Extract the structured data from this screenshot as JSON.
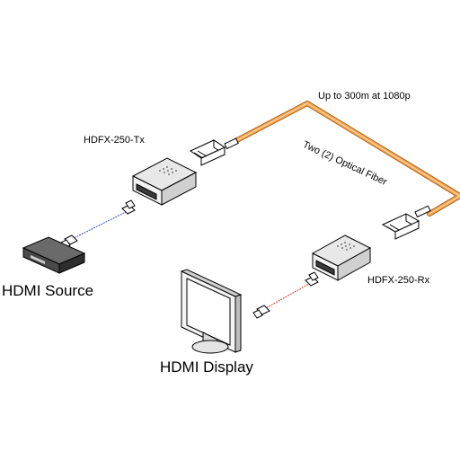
{
  "labels": {
    "distance": "Up to 300m at 1080p",
    "fiber": "Two (2) Optical Fiber",
    "transmitter": "HDFX-250-Tx",
    "receiver": "HDFX-250-Rx",
    "source": "HDMI Source",
    "display": "HDMI Display"
  },
  "colors": {
    "fiber_cable": "#f5a04a",
    "source_cable": "#3a4fd0",
    "display_cable": "#e03a2a",
    "device_fill": "#e8e8e8",
    "device_dark": "#3a3a3a",
    "outline": "#000000"
  }
}
